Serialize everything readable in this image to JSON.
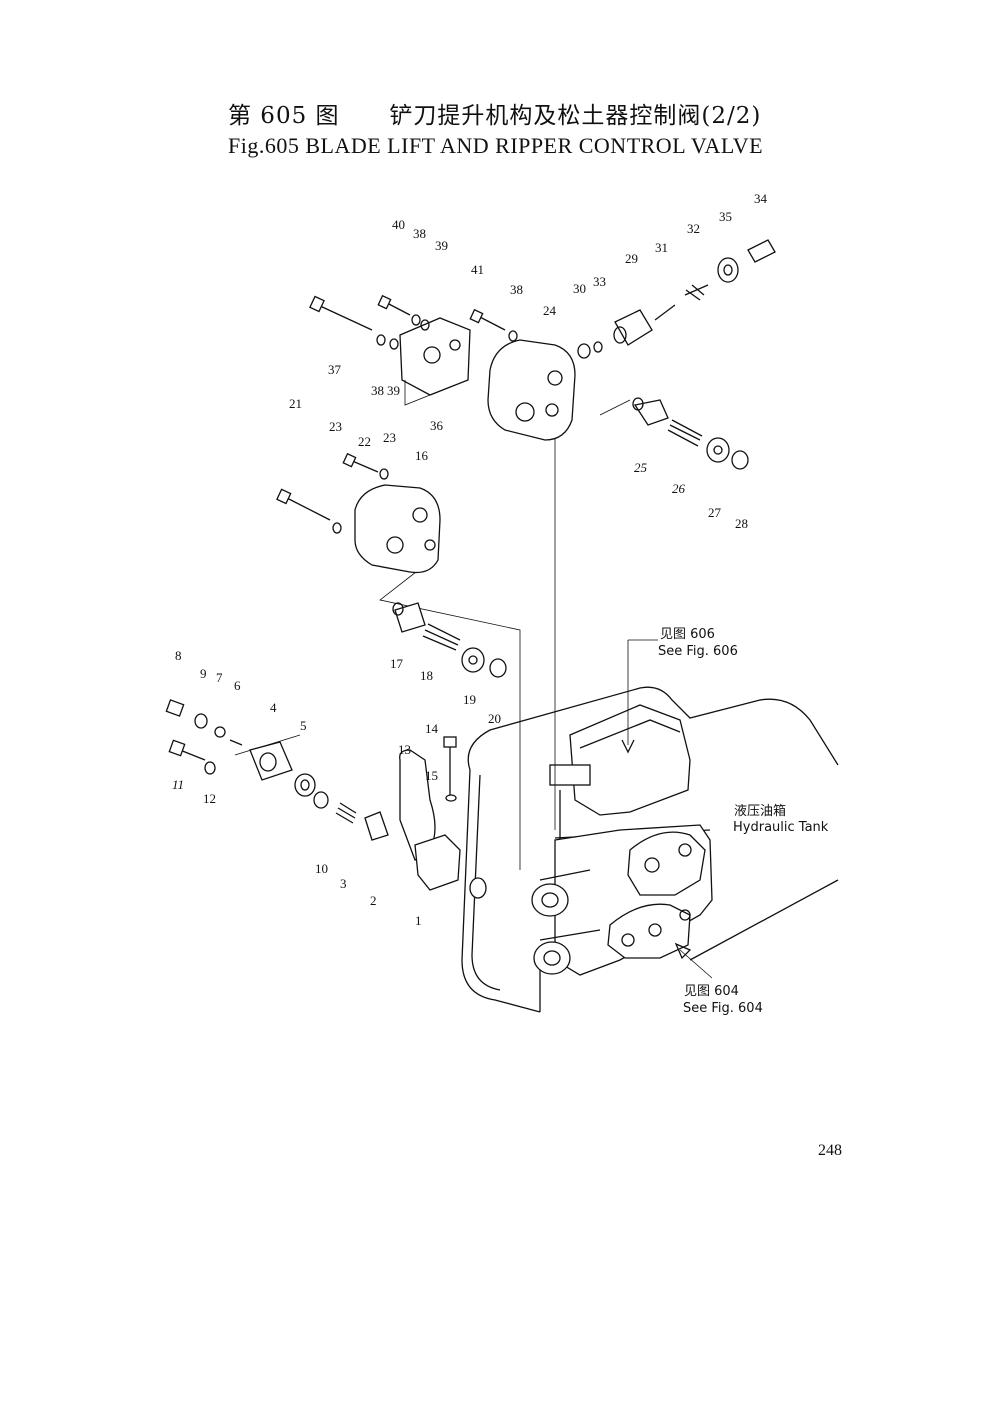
{
  "header": {
    "title_cn": "第 605 图      铲刀提升机构及松土器控制阀(2/2)",
    "title_en": "Fig.605 BLADE LIFT AND RIPPER CONTROL VALVE"
  },
  "callouts": {
    "see_606_cn": "见图 606",
    "see_606_en": "See Fig. 606",
    "tank_cn": "液压油箱",
    "tank_en": "Hydraulic Tank",
    "see_604_cn": "见图 604",
    "see_604_en": "See Fig. 604"
  },
  "part_labels": {
    "p1": "1",
    "p2": "2",
    "p3": "3",
    "p4": "4",
    "p5": "5",
    "p6": "6",
    "p7": "7",
    "p8": "8",
    "p9": "9",
    "p10": "10",
    "p11": "11",
    "p12": "12",
    "p13": "13",
    "p14": "14",
    "p15": "15",
    "p16": "16",
    "p17": "17",
    "p18": "18",
    "p19": "19",
    "p20": "20",
    "p21": "21",
    "p22": "22",
    "p23a": "23",
    "p23b": "23",
    "p24": "24",
    "p25": "25",
    "p26": "26",
    "p27": "27",
    "p28": "28",
    "p29": "29",
    "p30": "30",
    "p31": "31",
    "p32": "32",
    "p33": "33",
    "p34": "34",
    "p35": "35",
    "p36": "36",
    "p37": "37",
    "p38a": "38",
    "p38b": "38",
    "p38c": "38",
    "p39a": "39",
    "p39b": "39",
    "p40": "40",
    "p41": "41"
  },
  "page_number": "248"
}
